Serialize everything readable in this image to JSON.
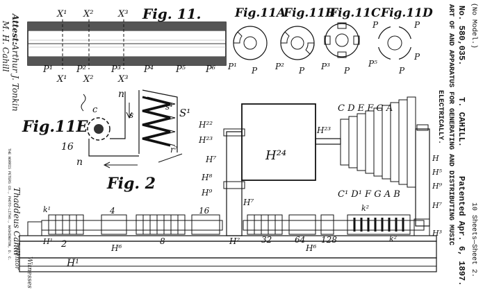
{
  "figures": {
    "fig11": "Fig. 11.",
    "fig11a": "Fig.11A",
    "fig11b": "Fig.11B",
    "fig11c": "Fig.11C",
    "fig11d": "Fig.11D",
    "fig11e": "Fig.11E",
    "fig2": "Fig. 2"
  },
  "header": {
    "no_model": "(No Model.)",
    "sheets": "10 Sheets—Sheet 2.",
    "inventor": "T. CAHILL.",
    "title_line1": "ART OF AND APPARATUS FOR GENERATING AND DISTRIBUTING MUSIC",
    "title_line2": "ELECTRICALLY.",
    "patent_no": "No. 580,035.",
    "patented": "Patented Apr. 6, 1897."
  },
  "signatures": {
    "attest_label": "Attest:",
    "witness1": "Arthur J. Tonkin",
    "witness2": "M. H. Cahill",
    "witnesses_label": "Witnesses",
    "inventor_label": "Inventor",
    "inventor_sig": "Thaddeus Cahill"
  },
  "publisher_note": "THE NORRIS PETERS CO., PHOTO-LITHO., WASHINGTON, D. C.",
  "labels": {
    "x1": "X¹",
    "x2": "X²",
    "x3": "X³",
    "p1": "P¹",
    "p2": "P²",
    "p3": "P³",
    "p4": "P⁴",
    "p5": "P⁵",
    "p6": "P⁶",
    "p": "P",
    "n": "n",
    "c": "c",
    "sixteen": "16",
    "s": "s",
    "s1": "s¹",
    "S1": "S¹",
    "r7": "r⁷",
    "h22": "H²²",
    "h23": "H²³",
    "h24": "H²⁴",
    "h7": "H⁷",
    "h8": "H⁸",
    "h9": "H⁹",
    "h": "H",
    "h1": "H¹",
    "h2": "H²",
    "h3": "H³",
    "h5": "H⁵",
    "h6": "H⁶",
    "k1": "k¹",
    "k2": "k²",
    "two": "2",
    "four": "4",
    "eight": "8",
    "thirtytwo": "32",
    "sixtyfour": "64",
    "onetwentyeight": "128",
    "cone_top": "C D E F G A",
    "cone_bottom": "C¹ D¹ F G A B"
  }
}
